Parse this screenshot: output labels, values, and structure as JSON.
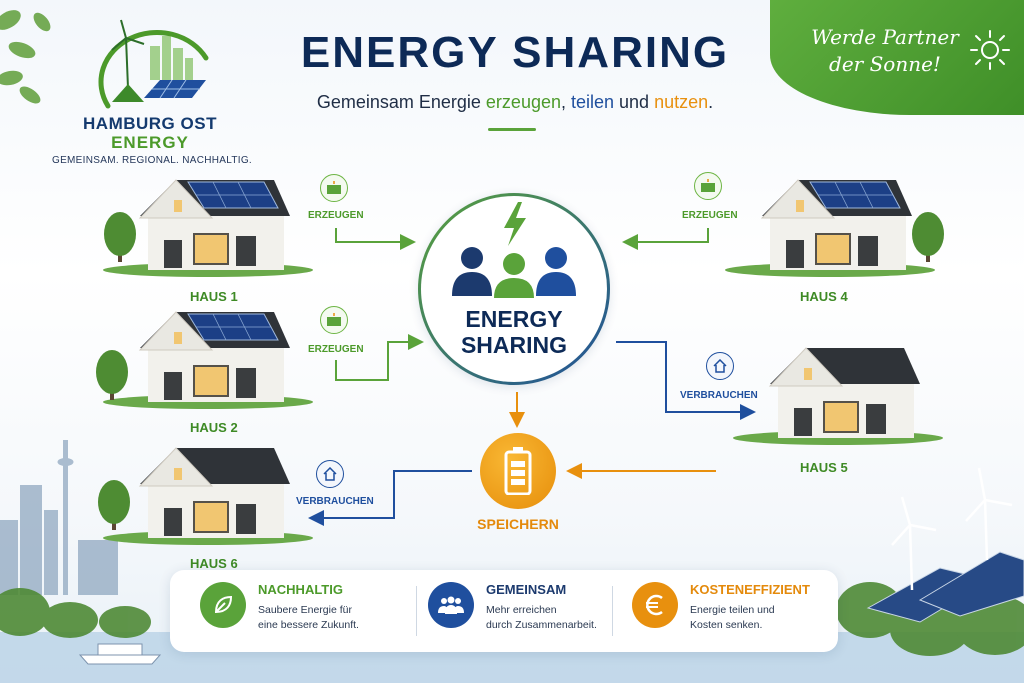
{
  "header": {
    "title": "ENERGY SHARING",
    "subtitle_parts": [
      "Gemeinsam Energie ",
      "erzeugen",
      ", ",
      "teilen",
      " und ",
      "nutzen",
      "."
    ]
  },
  "logo": {
    "line1": "HAMBURG OST",
    "line2": "ENERGY",
    "slogan": "GEMEINSAM. REGIONAL. NACHHALTIG."
  },
  "corner": {
    "line1": "Werde Partner",
    "line2": "der Sonne!"
  },
  "hub": {
    "line1": "ENERGY",
    "line2": "SHARING"
  },
  "storage": {
    "label": "SPEICHERN"
  },
  "houses": [
    {
      "name": "HAUS 1",
      "role": "ERZEUGEN"
    },
    {
      "name": "HAUS 2",
      "role": "ERZEUGEN"
    },
    {
      "name": "HAUS 6",
      "role": "VERBRAUCHEN"
    },
    {
      "name": "HAUS 4",
      "role": "ERZEUGEN"
    },
    {
      "name": "HAUS 5",
      "role": "VERBRAUCHEN"
    }
  ],
  "features": [
    {
      "title": "NACHHALTIG",
      "line1": "Saubere Energie für",
      "line2": "eine bessere Zukunft.",
      "icon": "leaf-icon",
      "color": "#5aa33a"
    },
    {
      "title": "GEMEINSAM",
      "line1": "Mehr erreichen",
      "line2": "durch Zusammenarbeit.",
      "icon": "group-icon",
      "color": "#1f4f9e"
    },
    {
      "title": "KOSTENEFFIZIENT",
      "line1": "Energie teilen und",
      "line2": "Kosten senken.",
      "icon": "euro-icon",
      "color": "#e8900e"
    }
  ],
  "colors": {
    "green": "#5aa33a",
    "blue": "#1f4f9e",
    "orange": "#e8900e",
    "navy": "#0d2a57"
  }
}
